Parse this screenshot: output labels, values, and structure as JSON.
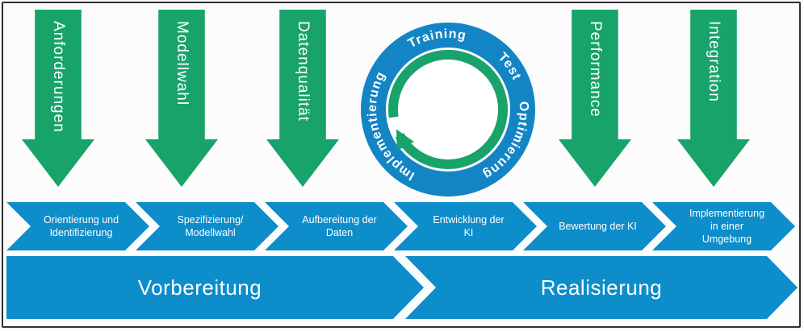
{
  "colors": {
    "green": "#18a36b",
    "blue": "#0d8dca",
    "circle_blue": "#1385c5",
    "bg": "#fcfcfc",
    "border": "#2f2f2f",
    "text_white": "#ffffff"
  },
  "top_arrows": [
    {
      "label": "Anforderungen"
    },
    {
      "label": "Modellwahl"
    },
    {
      "label": "Datenqualität"
    },
    {
      "label": "Performance"
    },
    {
      "label": "Integration"
    }
  ],
  "cycle": {
    "labels": [
      "Implementierung",
      "Training",
      "Test",
      "Optimierung"
    ]
  },
  "process_steps": [
    {
      "label": "Orientierung und\nIdentifizierung"
    },
    {
      "label": "Spezifizierung/\nModellwahl"
    },
    {
      "label": "Aufbereitung der\nDaten"
    },
    {
      "label": "Entwicklung der\nKI"
    },
    {
      "label": "Bewertung der KI"
    },
    {
      "label": "Implementierung\nin einer\nUmgebung"
    }
  ],
  "phases": [
    {
      "label": "Vorbereitung"
    },
    {
      "label": "Realisierung"
    }
  ]
}
